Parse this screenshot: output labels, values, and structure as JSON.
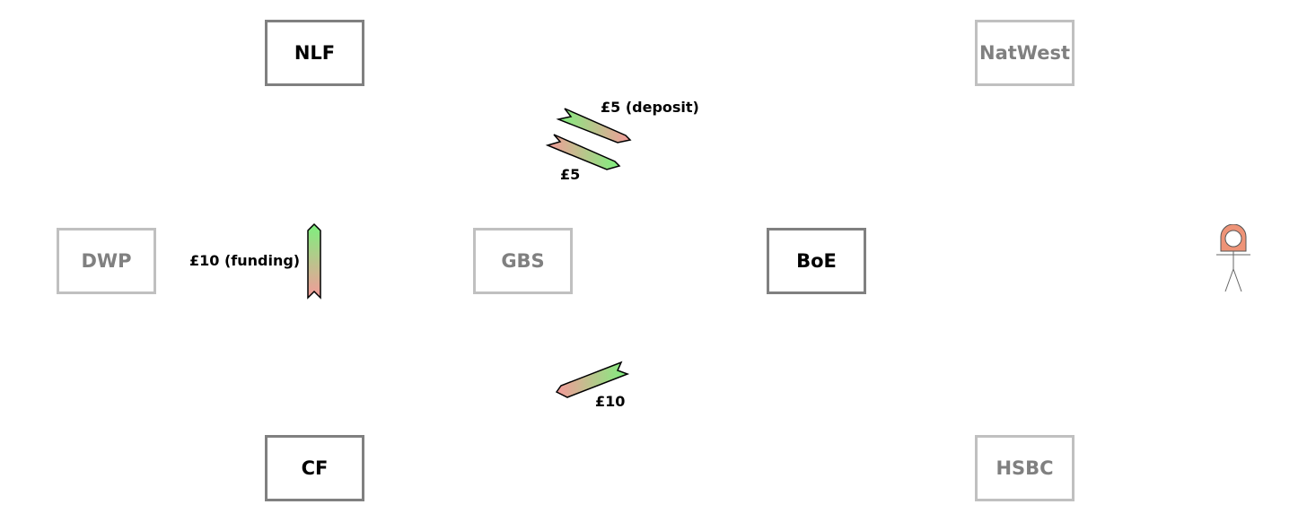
{
  "nodes": {
    "nlf": "NLF",
    "natwest": "NatWest",
    "dwp": "DWP",
    "gbs": "GBS",
    "boe": "BoE",
    "cf": "CF",
    "hsbc": "HSBC"
  },
  "flows": {
    "deposit_label": "£5 (deposit)",
    "five_label": "£5",
    "funding_label": "£10 (funding)",
    "ten_label": "£10"
  },
  "colors": {
    "active_border": "#808080",
    "inactive_border": "#c0c0c0",
    "inactive_text": "#808080",
    "arrow_green": "#7ef07e",
    "arrow_red": "#f49a9a",
    "person_head": "#ee9377"
  }
}
